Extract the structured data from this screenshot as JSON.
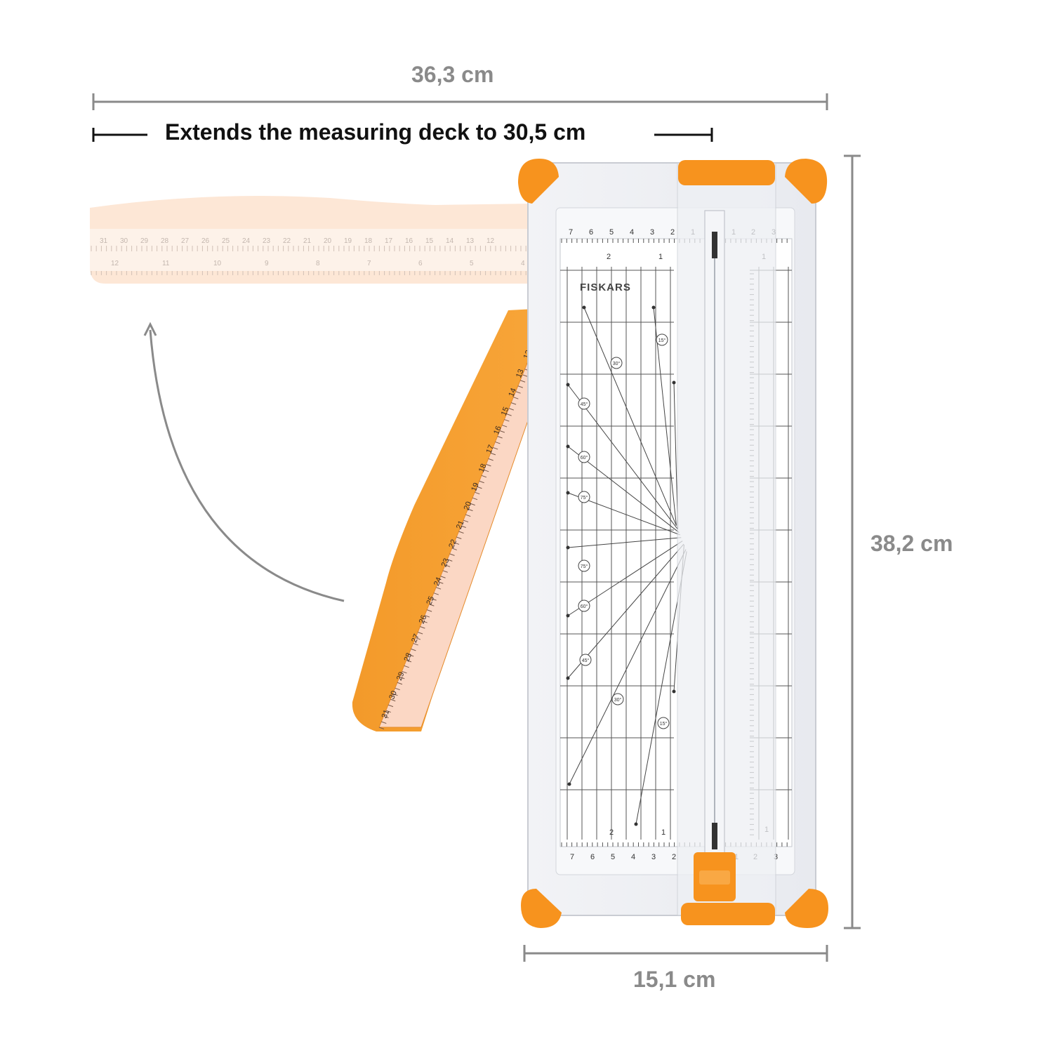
{
  "dimensions": {
    "total_width": "36,3 cm",
    "extension": "Extends the measuring deck to 30,5 cm",
    "height": "38,2 cm",
    "base_width": "15,1 cm"
  },
  "product": {
    "brand": "FISKARS",
    "angles_left": [
      "45°",
      "60°",
      "75°",
      "75°",
      "60°",
      "45°"
    ],
    "angles_center": [
      "30°",
      "15°",
      "30°",
      "15°"
    ],
    "top_scale": [
      "7",
      "6",
      "5",
      "4",
      "3",
      "2",
      "1",
      "1",
      "2",
      "3"
    ],
    "upper_scale": [
      "2",
      "1",
      "1"
    ],
    "bottom_scale": [
      "7",
      "6",
      "5",
      "4",
      "3",
      "2",
      "1",
      "2",
      "3"
    ],
    "lower_scale": [
      "2",
      "1",
      "1"
    ]
  },
  "ruler": {
    "top_row": [
      "31",
      "30",
      "29",
      "28",
      "27",
      "26",
      "25",
      "24",
      "23",
      "22",
      "21",
      "20",
      "19",
      "18",
      "17",
      "16",
      "15",
      "14",
      "13",
      "12"
    ],
    "bottom_row": [
      "12",
      "11",
      "10",
      "9",
      "8",
      "7",
      "6",
      "5",
      "4"
    ]
  },
  "colors": {
    "accent_orange": "#f7931e",
    "ghost_orange": "#fddcc0",
    "dimension_gray": "#8a8a8a",
    "text_dark": "#111111"
  }
}
